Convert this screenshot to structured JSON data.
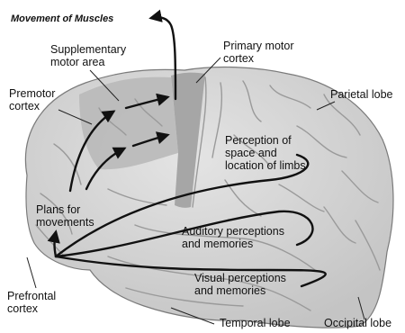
{
  "diagram": {
    "title": "Movement of Muscles",
    "labels": {
      "supplementary_motor_area": [
        "Supplementary",
        "motor area"
      ],
      "primary_motor_cortex": [
        "Primary motor",
        "cortex"
      ],
      "premotor_cortex": [
        "Premotor",
        "cortex"
      ],
      "parietal_lobe": "Parietal lobe",
      "perception_space": [
        "Perception of",
        "space and",
        "location of limbs"
      ],
      "plans_for_movements": [
        "Plans for",
        "movements"
      ],
      "auditory": [
        "Auditory perceptions",
        "and memories"
      ],
      "visual": [
        "Visual perceptions",
        "and memories"
      ],
      "prefrontal_cortex": [
        "Prefrontal",
        "cortex"
      ],
      "temporal_lobe": "Temporal lobe",
      "occipital_lobe": "Occipital lobe"
    },
    "colors": {
      "brain": "#d6d6d6",
      "motor_region": "#a9a9a9",
      "premotor_region": "#b8b8b8",
      "sulci": "#9a9a9a",
      "arrows": "#111111"
    }
  }
}
